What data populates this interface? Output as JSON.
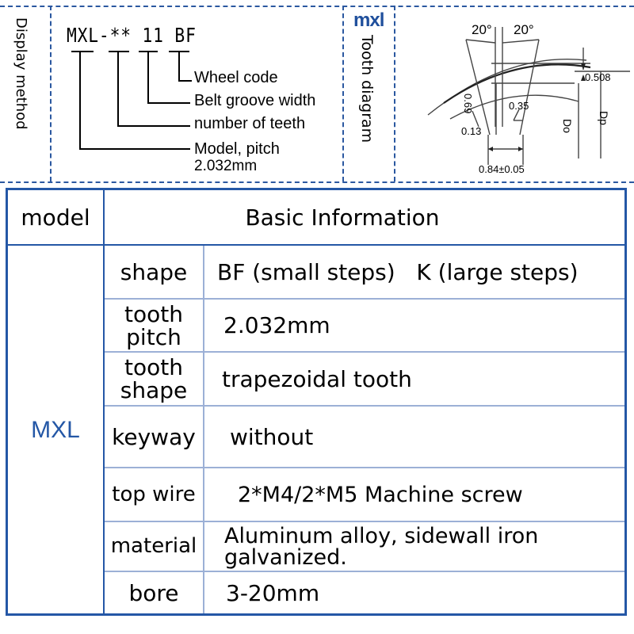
{
  "display_method": {
    "title": "Display method",
    "code": "MXL-** 11 BF",
    "legend": {
      "wheel_code": "Wheel code",
      "belt_groove_width": "Belt groove width",
      "number_of_teeth": "number of teeth",
      "model_pitch_line1": "Model, pitch",
      "model_pitch_line2": "2.032mm"
    }
  },
  "tooth_diagram": {
    "logo": "mxl",
    "title": "Tooth diagram",
    "labels": {
      "angle_left": "20°",
      "angle_right": "20°",
      "d0508": "0.508",
      "d069": "0.69",
      "d035": "0.35",
      "d013": "0.13",
      "d084": "0.84±0.05",
      "do": "Do",
      "dp": "Dp"
    }
  },
  "table": {
    "header_model": "model",
    "header_info": "Basic Information",
    "model_value": "MXL",
    "rows": [
      {
        "label_1": "shape",
        "label_2": "",
        "value_1": "BF (small steps)   K (large steps)",
        "value_2": ""
      },
      {
        "label_1": "tooth",
        "label_2": "pitch",
        "value_1": "2.032mm",
        "value_2": ""
      },
      {
        "label_1": "tooth",
        "label_2": "shape",
        "value_1": "trapezoidal tooth",
        "value_2": ""
      },
      {
        "label_1": "keyway",
        "label_2": "",
        "value_1": "without",
        "value_2": ""
      },
      {
        "label_1": "top wire",
        "label_2": "",
        "value_1": "2*M4/2*M5 Machine screw",
        "value_2": ""
      },
      {
        "label_1": "material",
        "label_2": "",
        "value_1": "Aluminum alloy, sidewall iron",
        "value_2": "galvanized."
      },
      {
        "label_1": "bore",
        "label_2": "",
        "value_1": "3-20mm",
        "value_2": ""
      }
    ]
  },
  "colors": {
    "border_blue": "#2457a6",
    "light_line": "#9cb0d6",
    "model_text": "#2457a6"
  }
}
